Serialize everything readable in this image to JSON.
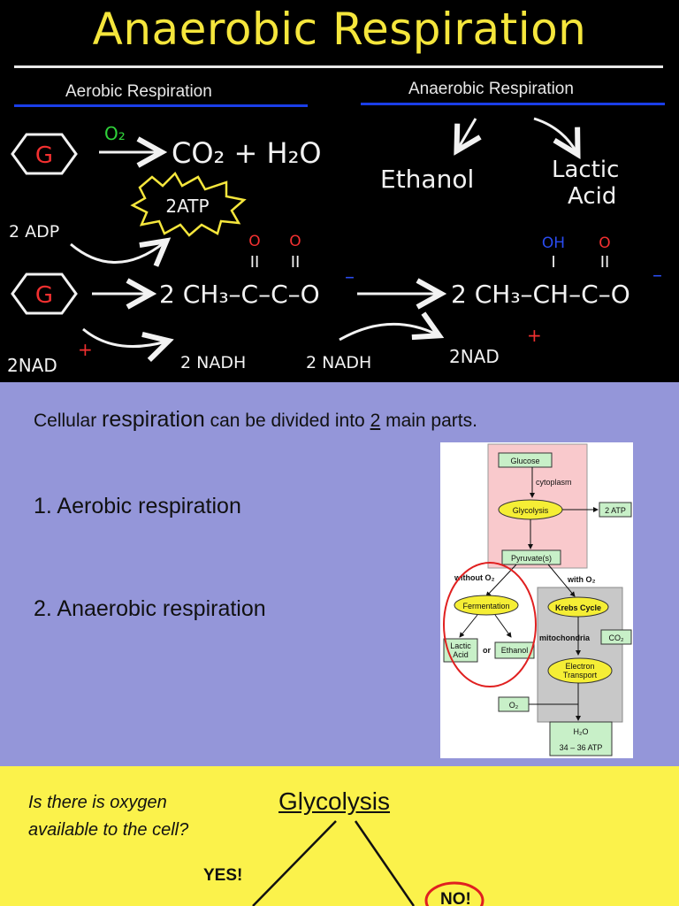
{
  "slide1": {
    "title": "Anaerobic Respiration",
    "left_heading": "Aerobic Respiration",
    "right_heading": "Anaerobic Respiration",
    "glucose": "G",
    "oxygen": "O₂",
    "aerobic_products": "CO₂ + H₂O",
    "atp": "2ATP",
    "adp": "2 ADP",
    "pyruvate_formula": "2 CH₃–C–C–O",
    "pyruvate_oxygens": [
      "O",
      "O"
    ],
    "pyruvate_bonds": [
      "II",
      "II"
    ],
    "lactate_formula": "2 CH₃–CH–C–O",
    "lactate_top": [
      "OH",
      "O"
    ],
    "lactate_bonds": [
      "I",
      "II"
    ],
    "charge": "–",
    "nad": "2NAD",
    "plus": "+",
    "nadh_1": "2 NADH",
    "nadh_2": "2 NADH",
    "nad_2": "2NAD",
    "ethanol": "Ethanol",
    "lactic_acid": [
      "Lactic",
      "Acid"
    ],
    "colors": {
      "title": "#f5e63c",
      "oxygen": "#2fd23a",
      "red": "#f23030",
      "blue": "#2a4cf0",
      "chalk": "#f2f2f2"
    }
  },
  "slide2": {
    "intro_before": "Cellular ",
    "intro_big": "respiration",
    "intro_mid": " can be divided into ",
    "intro_num": "2",
    "intro_after": " main parts.",
    "item1": "1. Aerobic respiration",
    "item2": "2. Anaerobic respiration",
    "flow": {
      "glucose": "Glucose",
      "cytoplasm": "cytoplasm",
      "glycolysis": "Glycolysis",
      "atp2": "2 ATP",
      "pyruvate": "Pyruvate(s)",
      "without_o2": "without O₂",
      "with_o2": "with O₂",
      "fermentation": "Fermentation",
      "krebs": "Krebs Cycle",
      "lactic": [
        "Lactic",
        "Acid"
      ],
      "or": "or",
      "ethanol": "Ethanol",
      "mitochondria": "mitochondria",
      "co2": "CO₂",
      "electron": [
        "Electron",
        "Transport"
      ],
      "o2": "O₂",
      "h2o": "H₂O",
      "atp_range": "34 – 36 ATP"
    }
  },
  "slide3": {
    "question": "Is there is oxygen available to the cell?",
    "glycolysis": "Glycolysis",
    "yes": "YES!",
    "no": "NO!"
  }
}
